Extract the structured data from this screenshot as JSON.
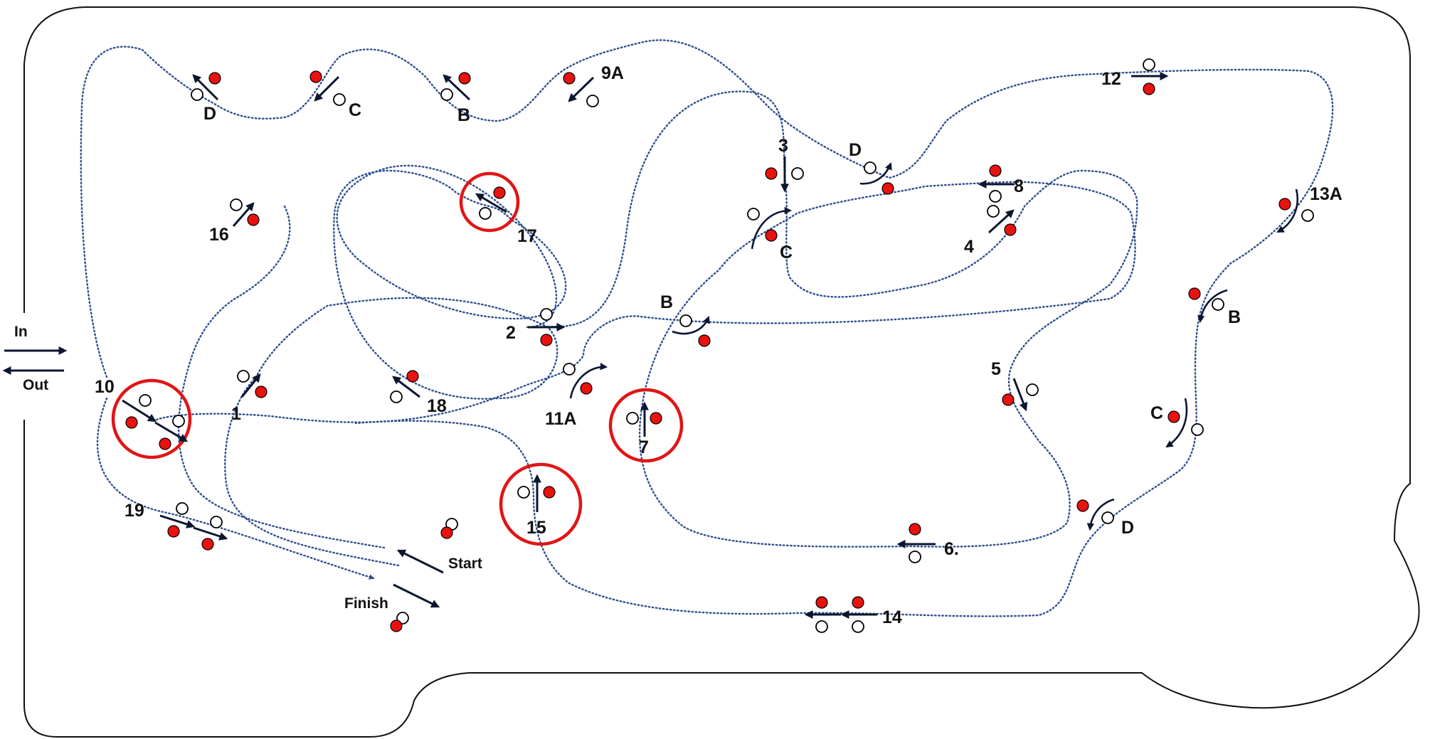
{
  "legend": {
    "in_label": "In",
    "out_label": "Out"
  },
  "start_label": "Start",
  "finish_label": "Finish",
  "cone_colors": {
    "red": "#e8120f",
    "white": "#ffffff"
  },
  "path_color": "#2f4f8f",
  "highlight_color": "#e01515",
  "stations": [
    {
      "label": "1"
    },
    {
      "label": "2"
    },
    {
      "label": "3"
    },
    {
      "label": "4"
    },
    {
      "label": "5"
    },
    {
      "label": "6."
    },
    {
      "label": "7"
    },
    {
      "label": "8"
    },
    {
      "label": "9A"
    },
    {
      "label": "B"
    },
    {
      "label": "C"
    },
    {
      "label": "D"
    },
    {
      "label": "10"
    },
    {
      "label": "11A"
    },
    {
      "label": "B"
    },
    {
      "label": "C"
    },
    {
      "label": "D"
    },
    {
      "label": "12"
    },
    {
      "label": "13A"
    },
    {
      "label": "B"
    },
    {
      "label": "C"
    },
    {
      "label": "D"
    },
    {
      "label": "14"
    },
    {
      "label": "15"
    },
    {
      "label": "16"
    },
    {
      "label": "17"
    },
    {
      "label": "18"
    },
    {
      "label": "19"
    }
  ],
  "highlighted_stations": [
    "10",
    "17",
    "7",
    "15"
  ]
}
